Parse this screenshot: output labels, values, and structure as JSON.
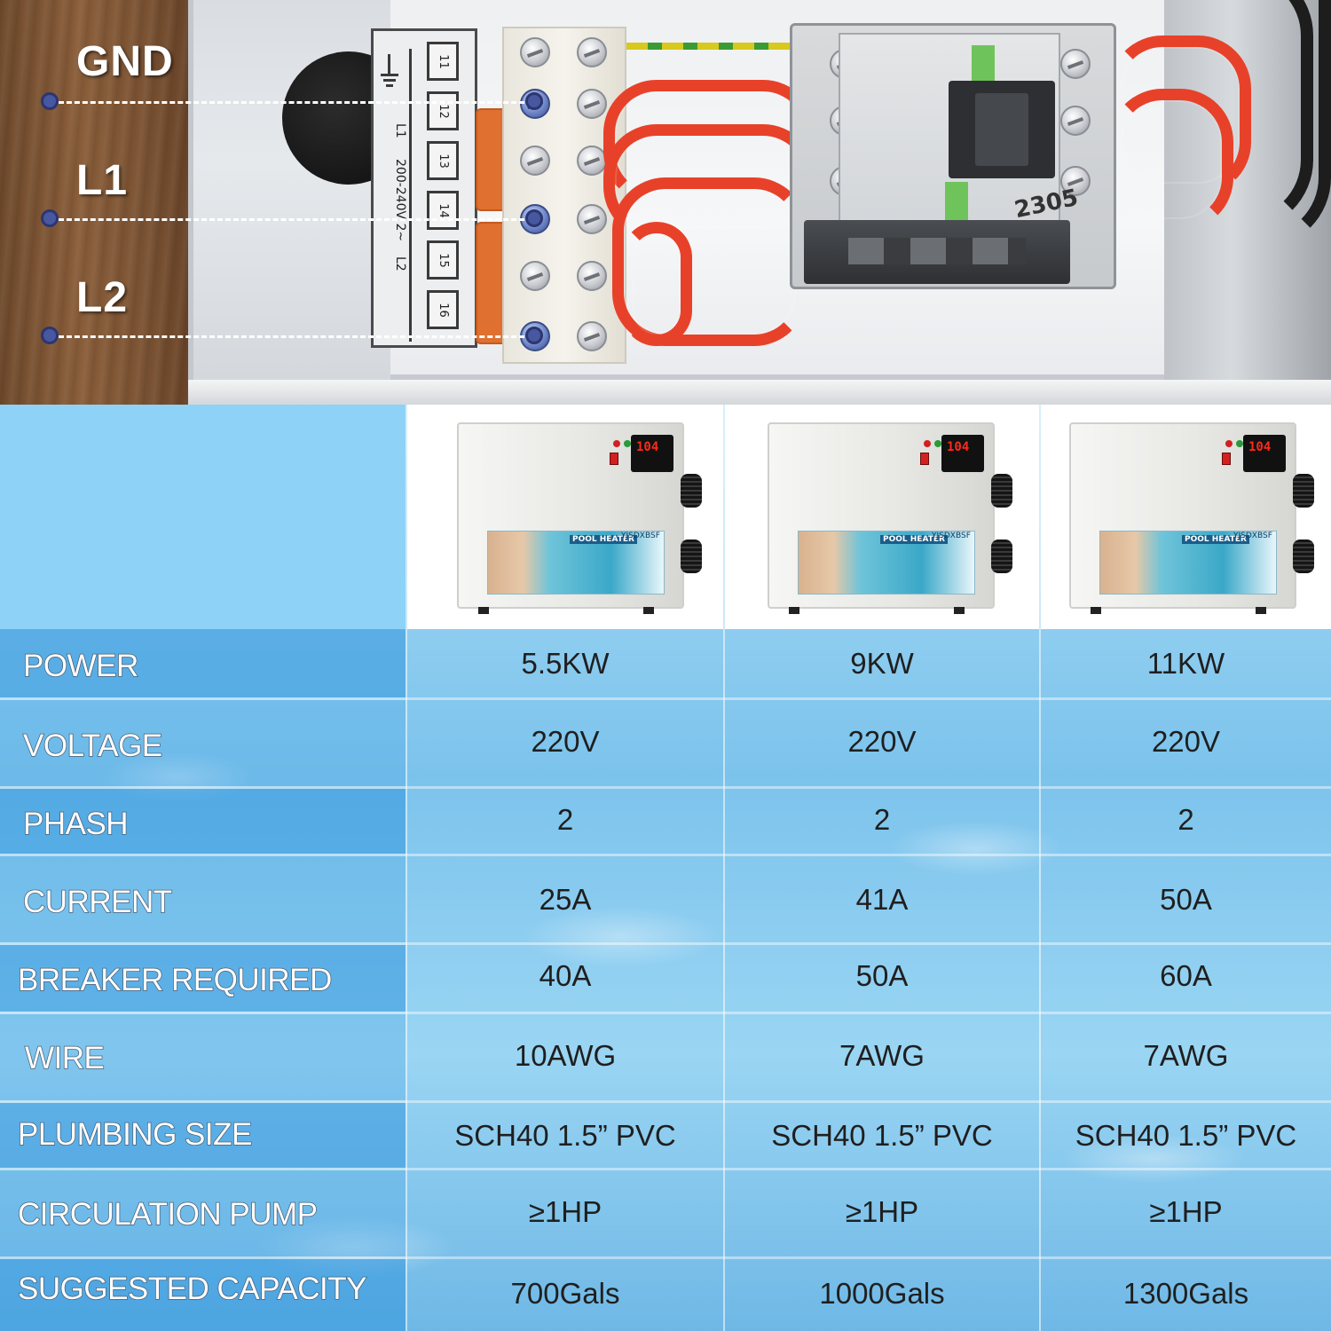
{
  "wiring": {
    "terminals": [
      {
        "label": "GND"
      },
      {
        "label": "L1"
      },
      {
        "label": "L2"
      }
    ],
    "plate_labels": {
      "l1": "L1",
      "l2": "L2",
      "voltage": "200-240V 2~",
      "boxes": [
        "11",
        "12",
        "13",
        "14",
        "15",
        "16"
      ]
    },
    "contactor_number": "2305"
  },
  "products": [
    {
      "image": "pool-heater"
    },
    {
      "image": "pool-heater"
    },
    {
      "image": "pool-heater"
    }
  ],
  "heater_label": {
    "title": "POOL HEATER",
    "brand": "YJSDXBSF"
  },
  "specs": [
    {
      "label": "POWER",
      "values": [
        "5.5KW",
        "9KW",
        "11KW"
      ]
    },
    {
      "label": "VOLTAGE",
      "values": [
        "220V",
        "220V",
        "220V"
      ]
    },
    {
      "label": "PHASH",
      "values": [
        "2",
        "2",
        "2"
      ]
    },
    {
      "label": "CURRENT",
      "values": [
        "25A",
        "41A",
        "50A"
      ]
    },
    {
      "label": "BREAKER REQUIRED",
      "values": [
        "40A",
        "50A",
        "60A"
      ]
    },
    {
      "label": "WIRE",
      "values": [
        "10AWG",
        "7AWG",
        "7AWG"
      ]
    },
    {
      "label": "PLUMBING SIZE",
      "values": [
        "SCH40 1.5” PVC",
        "SCH40 1.5” PVC",
        "SCH40 1.5” PVC"
      ]
    },
    {
      "label": "CIRCULATION PUMP",
      "values": [
        "≥1HP",
        "≥1HP",
        "≥1HP"
      ]
    },
    {
      "label": "SUGGESTED CAPACITY",
      "values": [
        "700Gals",
        "1000Gals",
        "1300Gals"
      ]
    }
  ],
  "colors": {
    "pin_dot": "#4757a0",
    "label_bg": "#3ea6e6",
    "header_bg": "#8ed2f8",
    "wire_red": "#e8412a"
  }
}
